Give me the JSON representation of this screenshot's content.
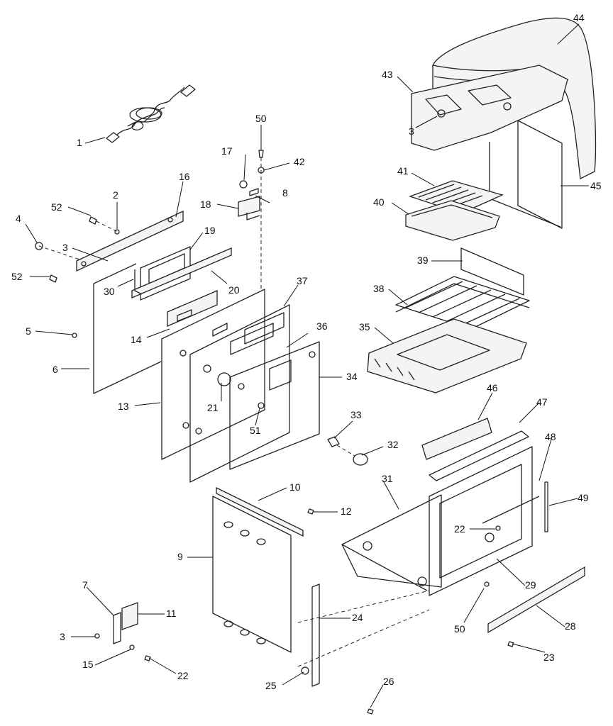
{
  "callouts": {
    "c1": "1",
    "c2": "2",
    "c3a": "3",
    "c3b": "3",
    "c3c": "3",
    "c4": "4",
    "c5": "5",
    "c6": "6",
    "c7": "7",
    "c8": "8",
    "c9": "9",
    "c10": "10",
    "c11": "11",
    "c12": "12",
    "c13": "13",
    "c14": "14",
    "c15": "15",
    "c16": "16",
    "c17": "17",
    "c18": "18",
    "c19": "19",
    "c20": "20",
    "c21": "21",
    "c22a": "22",
    "c22b": "22",
    "c23": "23",
    "c24": "24",
    "c25": "25",
    "c26": "26",
    "c28": "28",
    "c29": "29",
    "c30": "30",
    "c31": "31",
    "c32": "32",
    "c33": "33",
    "c34": "34",
    "c35": "35",
    "c36": "36",
    "c37": "37",
    "c38": "38",
    "c39": "39",
    "c40": "40",
    "c41": "41",
    "c42": "42",
    "c43": "43",
    "c44": "44",
    "c45": "45",
    "c46": "46",
    "c47": "47",
    "c48": "48",
    "c49": "49",
    "c50a": "50",
    "c50b": "50",
    "c51": "51",
    "c52a": "52",
    "c52b": "52"
  }
}
